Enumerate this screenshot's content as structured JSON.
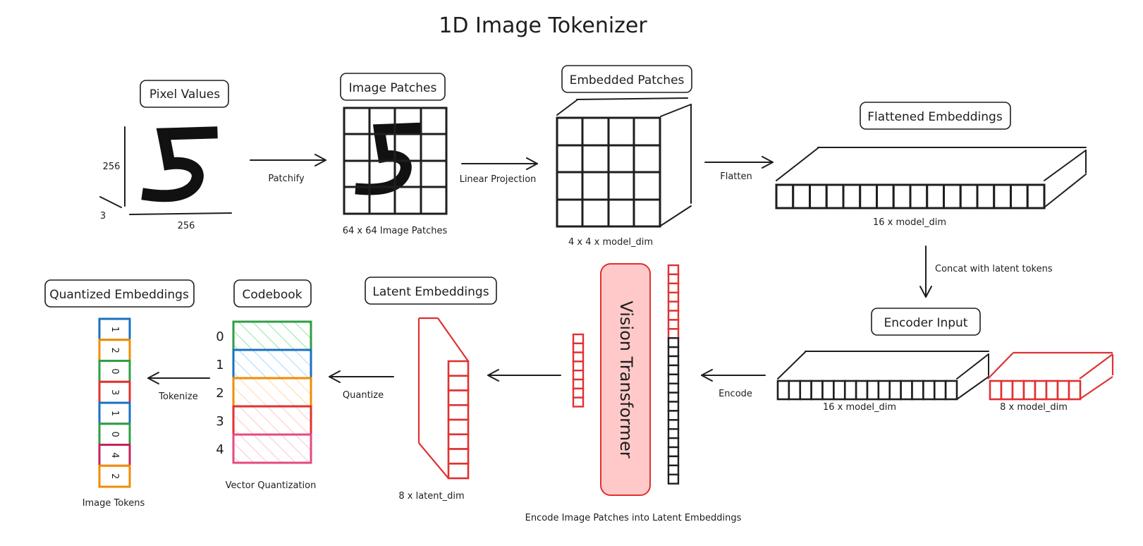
{
  "title": "1D Image Tokenizer",
  "stages": {
    "pixel_values": {
      "header": "Pixel Values",
      "height_label": "256",
      "width_label": "256",
      "channel_label": "3"
    },
    "image_patches": {
      "header": "Image Patches",
      "caption": "64 x 64 Image Patches"
    },
    "embedded_patches": {
      "header": "Embedded Patches",
      "caption": "4 x 4 x model_dim"
    },
    "flattened": {
      "header": "Flattened Embeddings",
      "caption": "16 x model_dim"
    },
    "encoder_input": {
      "header": "Encoder Input",
      "caption_image": "16 x model_dim",
      "caption_latent": "8 x model_dim"
    },
    "vit": {
      "label": "Vision Transformer",
      "caption": "Encode Image Patches into Latent Embeddings"
    },
    "latent": {
      "header": "Latent Embeddings",
      "caption": "8 x latent_dim"
    },
    "codebook": {
      "header": "Codebook",
      "caption": "Vector Quantization",
      "indices": [
        "0",
        "1",
        "2",
        "3",
        "4"
      ]
    },
    "quantized": {
      "header": "Quantized Embeddings",
      "caption": "Image Tokens",
      "tokens": [
        "1",
        "2",
        "0",
        "3",
        "1",
        "0",
        "4",
        "2"
      ]
    }
  },
  "arrows": {
    "patchify": "Patchify",
    "linear_projection": "Linear Projection",
    "flatten": "Flatten",
    "concat": "Concat with latent tokens",
    "encode": "Encode",
    "quantize": "Quantize",
    "tokenize": "Tokenize"
  },
  "colors": {
    "ink": "#1e1e1e",
    "latent_red": "#e03131",
    "vit_fill": "#ffc9c9",
    "codebook": [
      "#2f9e44",
      "#1971c2",
      "#f08c00",
      "#e03131",
      "#e64980"
    ],
    "token_colors": [
      "#1971c2",
      "#f08c00",
      "#2f9e44",
      "#e03131",
      "#1971c2",
      "#2f9e44",
      "#c2255c",
      "#f08c00"
    ]
  }
}
